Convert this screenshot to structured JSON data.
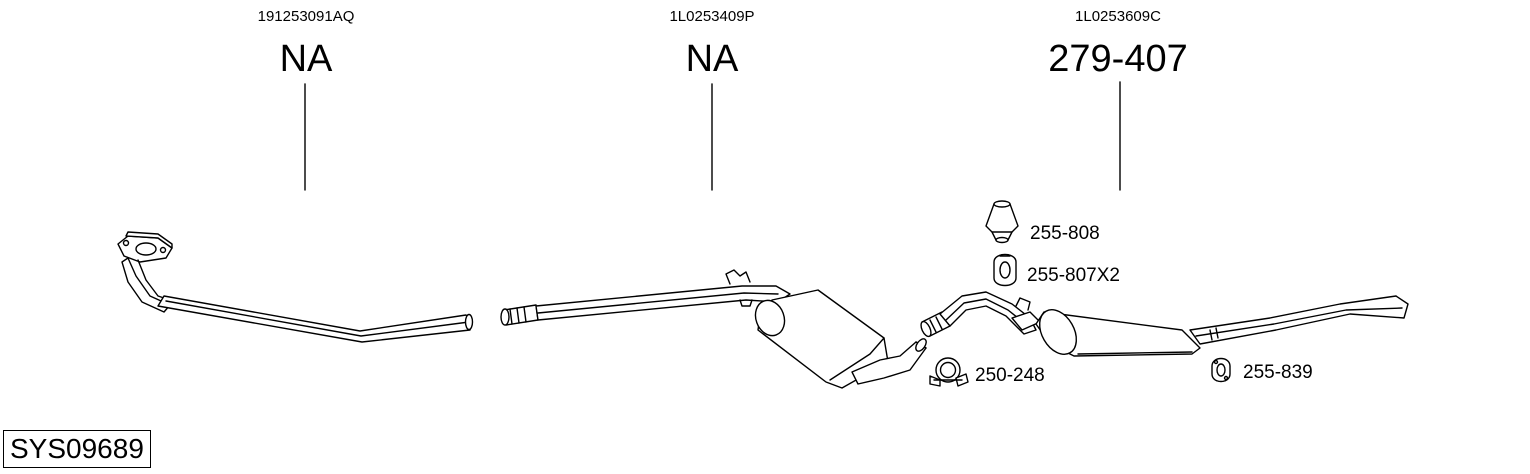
{
  "columns": [
    {
      "oem": "191253091AQ",
      "part": "NA"
    },
    {
      "oem": "1L0253409P",
      "part": "NA"
    },
    {
      "oem": "1L0253609C",
      "part": "279-407"
    }
  ],
  "accessories": [
    {
      "label": "255-808"
    },
    {
      "label": "255-807X2"
    },
    {
      "label": "250-248"
    },
    {
      "label": "255-839"
    }
  ],
  "system_code": "SYS09689"
}
